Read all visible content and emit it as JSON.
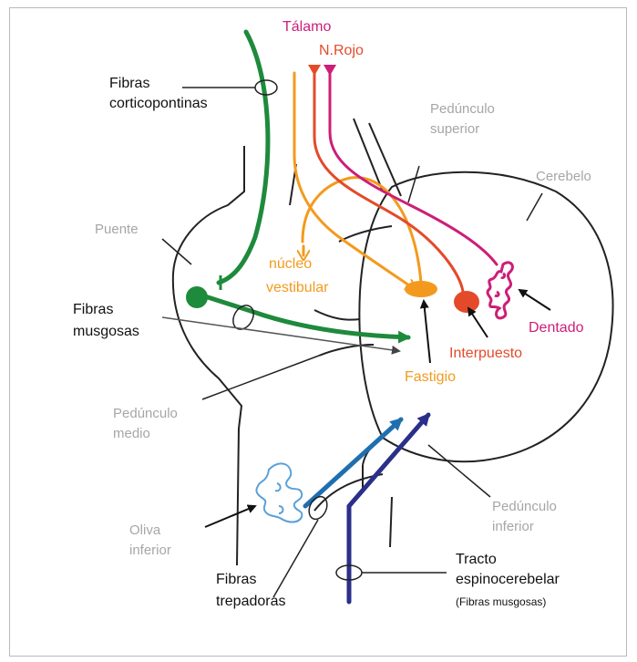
{
  "labels": {
    "talamo": "Tálamo",
    "nrojo": "N.Rojo",
    "corticopontinas_1": "Fibras",
    "corticopontinas_2": "corticopontinas",
    "ped_sup_1": "Pedúnculo",
    "ped_sup_2": "superior",
    "cerebelo": "Cerebelo",
    "puente": "Puente",
    "nucleo_1": "núcleo",
    "nucleo_2": "vestibular",
    "musgosas_1": "Fibras",
    "musgosas_2": "musgosas",
    "dentado": "Dentado",
    "interpuesto": "Interpuesto",
    "fastigio": "Fastigio",
    "ped_medio_1": "Pedúnculo",
    "ped_medio_2": "medio",
    "ped_inf_1": "Pedúnculo",
    "ped_inf_2": "inferior",
    "oliva_1": "Oliva",
    "oliva_2": "inferior",
    "trepadoras_1": "Fibras",
    "trepadoras_2": "trepadoras",
    "tracto_1": "Tracto",
    "tracto_2": "espinocerebelar",
    "tracto_3": "(Fibras musgosas)"
  },
  "colors": {
    "green": "#1e8a3c",
    "orange": "#f39a1e",
    "red": "#e44a2a",
    "magenta": "#cc1e78",
    "navy": "#2a2f8a",
    "blue": "#1f6fb0",
    "olive_outline": "#5aa0d8",
    "gray_text": "#a6a6a6",
    "line": "#222222"
  }
}
